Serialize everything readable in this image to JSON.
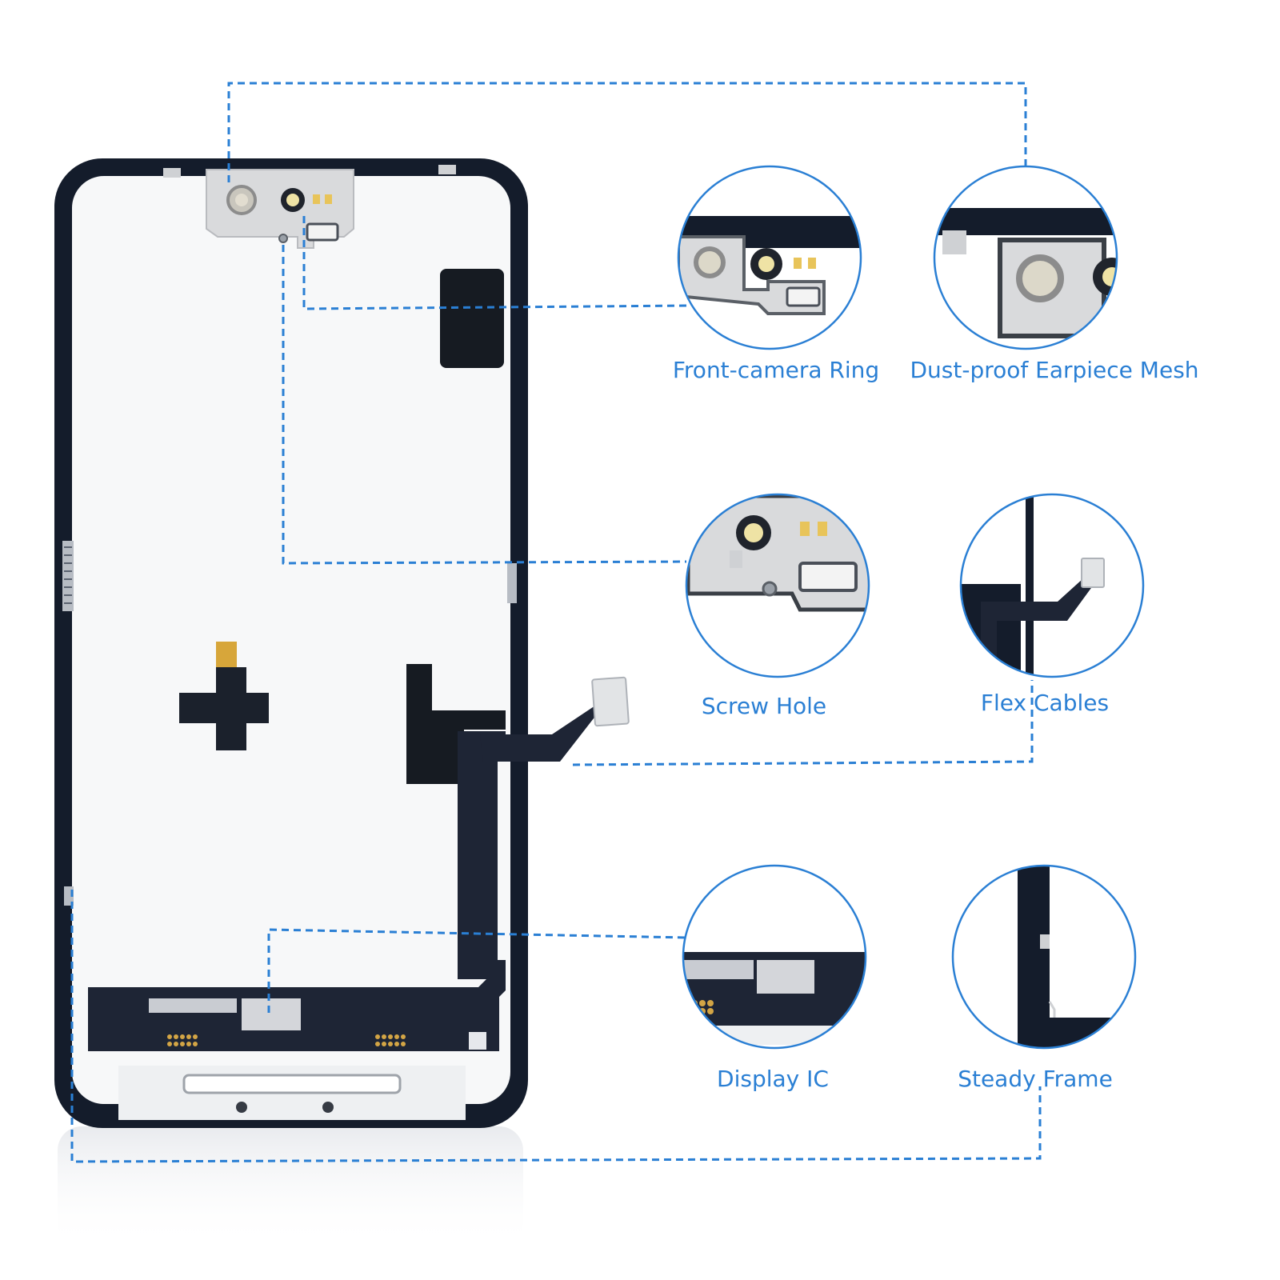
{
  "callouts": [
    {
      "id": "front-camera-ring",
      "label": "Front-camera Ring"
    },
    {
      "id": "dust-proof-earpiece-mesh",
      "label": "Dust-proof Earpiece Mesh"
    },
    {
      "id": "screw-hole",
      "label": "Screw Hole"
    },
    {
      "id": "flex-cables",
      "label": "Flex Cables"
    },
    {
      "id": "display-ic",
      "label": "Display IC"
    },
    {
      "id": "steady-frame",
      "label": "Steady Frame"
    }
  ],
  "colors": {
    "accent": "#2a7fd4",
    "frame": "#141c2b",
    "panel": "#f7f8f9",
    "metal": "#d9dadc",
    "flex": "#1e2535"
  }
}
